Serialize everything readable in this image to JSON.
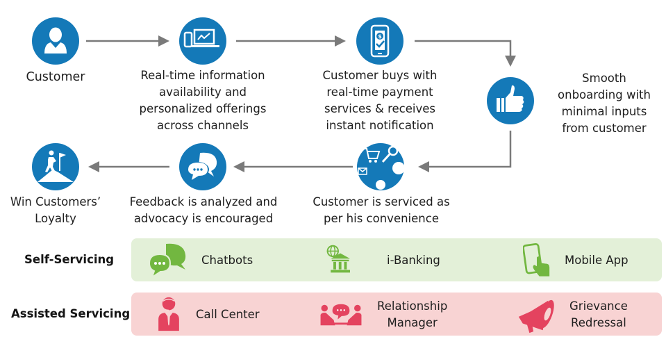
{
  "colors": {
    "primary_blue": "#1479b8",
    "arrow_gray": "#7a7a7a",
    "self_band": "#e3f0d8",
    "self_icon": "#72b740",
    "assisted_band": "#f8d3d3",
    "assisted_icon": "#e4435f"
  },
  "flow": {
    "steps": [
      {
        "icon": "customer-icon",
        "lines": [
          "Customer"
        ]
      },
      {
        "icon": "devices-chart-icon",
        "lines": [
          "Real-time information",
          "availability and",
          "personalized offerings",
          "across channels"
        ]
      },
      {
        "icon": "mobile-payment-icon",
        "lines": [
          "Customer buys with",
          "real-time payment",
          "services & receives",
          "instant notification"
        ]
      },
      {
        "icon": "thumbs-up-icon",
        "lines": [
          "Smooth",
          "onboarding with",
          "minimal inputs",
          "from customer"
        ]
      },
      {
        "icon": "omnichannel-service-icon",
        "lines": [
          "Customer is serviced as",
          "per his convenience"
        ]
      },
      {
        "icon": "chat-bubbles-icon",
        "lines": [
          "Feedback is analyzed and",
          "advocacy is encouraged"
        ]
      },
      {
        "icon": "mountain-flag-icon",
        "lines": [
          "Win Customers’",
          "Loyalty"
        ]
      }
    ]
  },
  "channels": {
    "self_servicing": {
      "label": "Self-Servicing",
      "items": [
        {
          "icon": "chatbot-icon",
          "lines": [
            "Chatbots"
          ]
        },
        {
          "icon": "internet-banking-icon",
          "lines": [
            "i-Banking"
          ]
        },
        {
          "icon": "mobile-app-icon",
          "lines": [
            "Mobile App"
          ]
        }
      ]
    },
    "assisted_servicing": {
      "label": "Assisted Servicing",
      "items": [
        {
          "icon": "call-center-icon",
          "lines": [
            "Call Center"
          ]
        },
        {
          "icon": "relationship-manager-icon",
          "lines": [
            "Relationship",
            "Manager"
          ]
        },
        {
          "icon": "megaphone-icon",
          "lines": [
            "Grievance",
            "Redressal"
          ]
        }
      ]
    }
  }
}
